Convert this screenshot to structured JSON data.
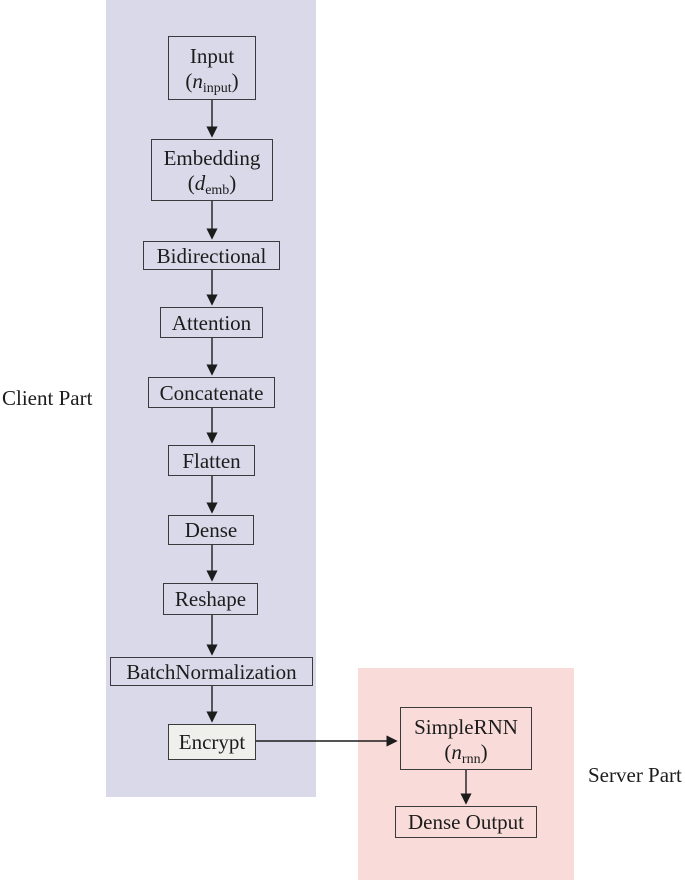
{
  "regions": {
    "client": {
      "label": "Client Part",
      "background": "#d9d9e9"
    },
    "server": {
      "label": "Server Part",
      "background": "#f9dcd9"
    }
  },
  "nodes": {
    "input": {
      "title": "Input",
      "param": {
        "open": "(",
        "var": "n",
        "sub": "input",
        "close": ")"
      }
    },
    "embedding": {
      "title": "Embedding",
      "param": {
        "open": "(",
        "var": "d",
        "sub": "emb",
        "close": ")"
      }
    },
    "bidirectional": {
      "title": "Bidirectional"
    },
    "attention": {
      "title": "Attention"
    },
    "concatenate": {
      "title": "Concatenate"
    },
    "flatten": {
      "title": "Flatten"
    },
    "dense": {
      "title": "Dense"
    },
    "reshape": {
      "title": "Reshape"
    },
    "batchnorm": {
      "title": "BatchNormalization"
    },
    "encrypt": {
      "title": "Encrypt",
      "fill": "#efefec"
    },
    "simplernn": {
      "title": "SimpleRNN",
      "param": {
        "open": "(",
        "var": "n",
        "sub": "rnn",
        "close": ")"
      }
    },
    "dense_output": {
      "title": "Dense Output"
    }
  },
  "colors": {
    "box_border": "#3a3a3c",
    "arrow": "#1c1c1c",
    "text": "#1c1c1c"
  }
}
